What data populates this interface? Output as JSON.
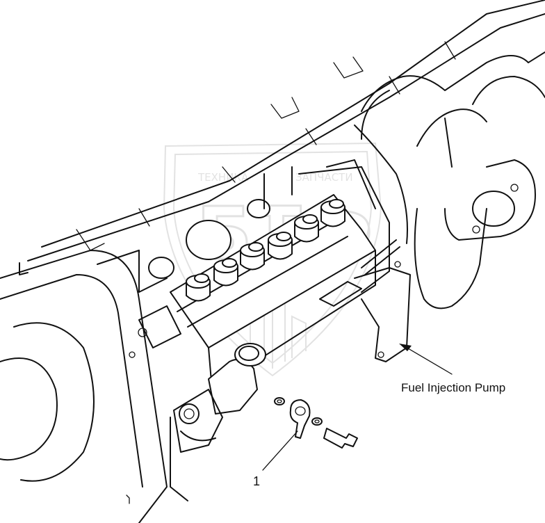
{
  "diagram": {
    "callout_label": "Fuel Injection Pump",
    "part_number": "1",
    "watermark": {
      "top_text": "ТЕХНИКА",
      "right_text": "ЗАПЧАСТИ",
      "logo_letters": "БТФ"
    },
    "colors": {
      "line": "#111111",
      "background": "#ffffff",
      "watermark": "#c8c8c8"
    }
  }
}
